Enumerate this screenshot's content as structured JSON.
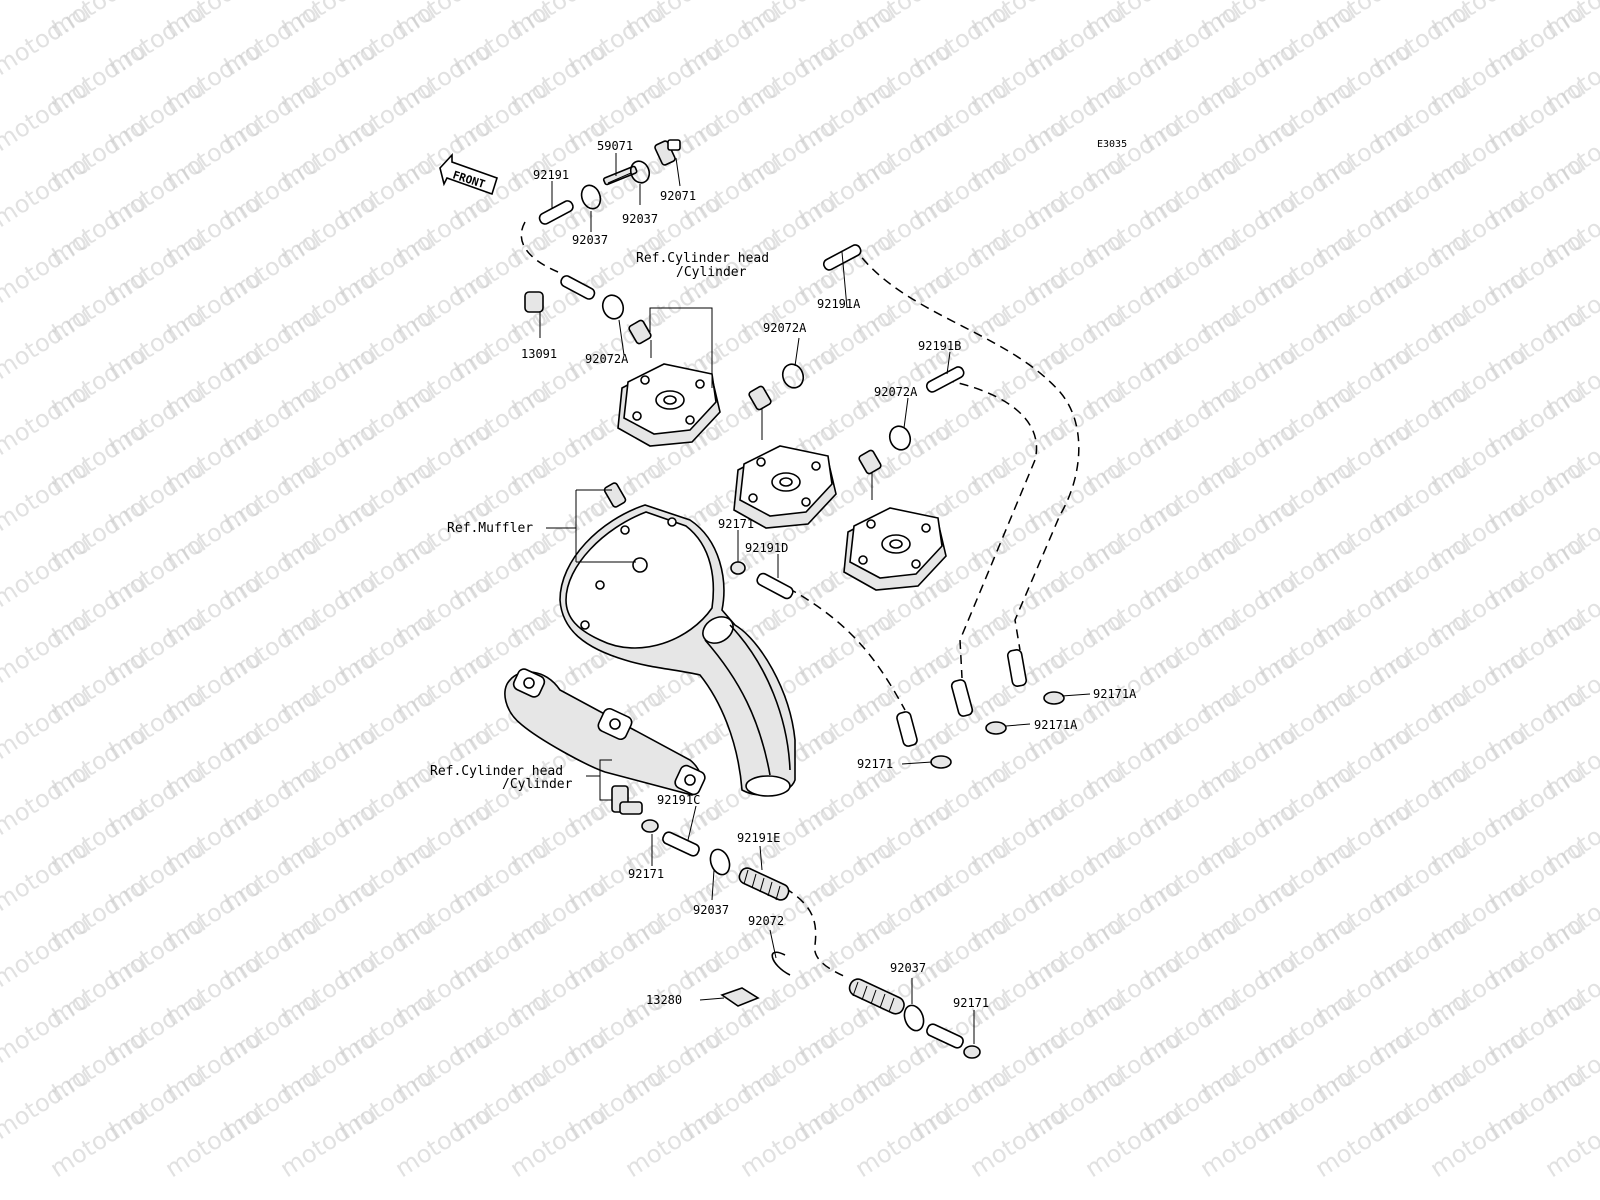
{
  "diagram_code": "E3035",
  "front_label": "FRONT",
  "watermark": "motod.ru",
  "callouts": {
    "p59071": "59071",
    "p92191_top": "92191",
    "p92037_top": "92037",
    "p92071": "92071",
    "p92037_mid": "92037",
    "ref_cyl_head_top_line1": "Ref.Cylinder head",
    "ref_cyl_head_top_line2": "/Cylinder",
    "p13091": "13091",
    "p92072a_left": "92072A",
    "p92191a": "92191A",
    "p92072a_mid": "92072A",
    "p92191b": "92191B",
    "p92072a_right": "92072A",
    "ref_muffler": "Ref.Muffler",
    "p92171_upper": "92171",
    "p92191d": "92191D",
    "p92171a_upper": "92171A",
    "p92171a_lower": "92171A",
    "p92171_right": "92171",
    "ref_cyl_head_bottom_line1": "Ref.Cylinder head",
    "ref_cyl_head_bottom_line2": "/Cylinder",
    "p92191c": "92191C",
    "p92191e": "92191E",
    "p92171_lower": "92171",
    "p92037_lower": "92037",
    "p92072": "92072",
    "p13280": "13280",
    "p92037_bottom": "92037",
    "p92171_bottom": "92171"
  }
}
